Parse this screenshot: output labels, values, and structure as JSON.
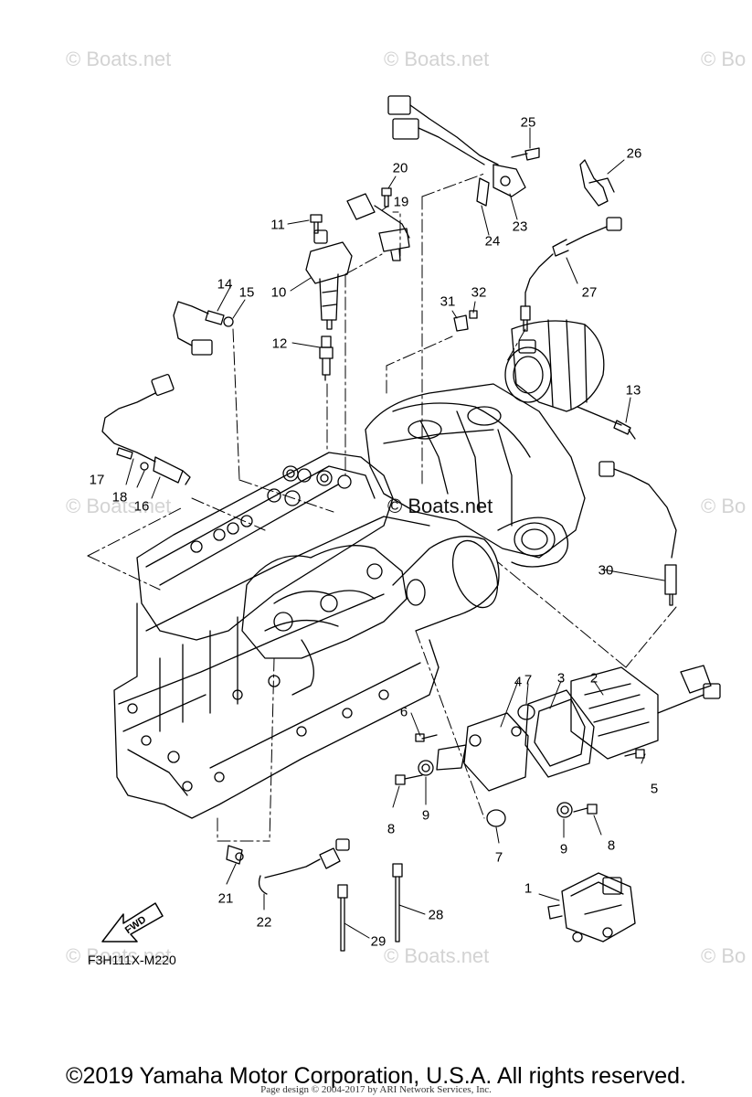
{
  "watermarks": {
    "text": "© Boats.net",
    "partial_text": "© Bo",
    "center_text": "© Boats.net"
  },
  "figure_code": "F3H111X-M220",
  "fwd_label": "FWD",
  "copyright": "©2019 Yamaha Motor Corporation, U.S.A. All rights reserved.",
  "page_design": "Page design © 2004-2017 by ARI Network Services, Inc.",
  "callouts": [
    "1",
    "2",
    "3",
    "4",
    "5",
    "6",
    "7",
    "7",
    "8",
    "8",
    "9",
    "9",
    "10",
    "11",
    "12",
    "13",
    "14",
    "15",
    "16",
    "17",
    "18",
    "19",
    "20",
    "21",
    "22",
    "23",
    "24",
    "25",
    "26",
    "27",
    "28",
    "29",
    "30",
    "31",
    "32"
  ]
}
